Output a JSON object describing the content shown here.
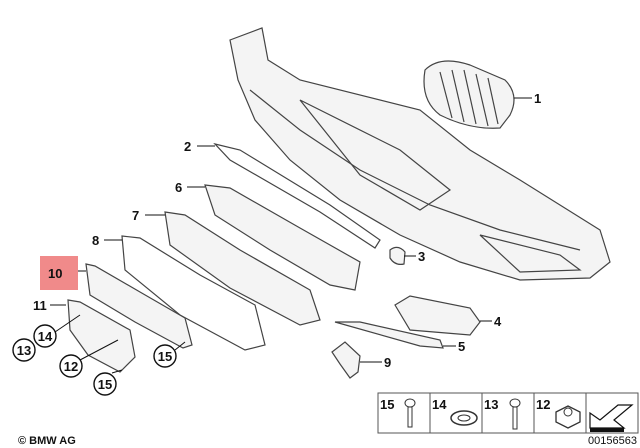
{
  "diagram": {
    "callouts": {
      "p1": "1",
      "p2": "2",
      "p3": "3",
      "p4": "4",
      "p5": "5",
      "p6": "6",
      "p7": "7",
      "p8": "8",
      "p9": "9",
      "p10": "10",
      "p11": "11",
      "p12": "12",
      "p13": "13",
      "p14": "14",
      "p15a": "15",
      "p15b": "15"
    },
    "highlighted_part": "10",
    "highlight_color": "#f08a8a",
    "legend": [
      "15",
      "14",
      "13",
      "12"
    ],
    "diagram_number": "00156563",
    "copyright": "© BMW AG"
  }
}
